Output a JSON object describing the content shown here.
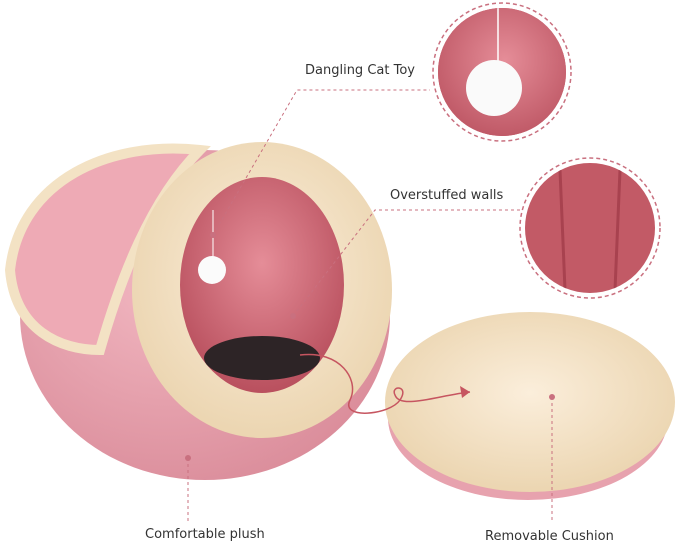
{
  "annotations": {
    "toy": "Dangling Cat Toy",
    "walls": "Overstuffed walls",
    "plush": "Comfortable plush",
    "cushion": "Removable Cushion"
  },
  "colors": {
    "pink": "#e8a0ac",
    "plush_cream": "#f3e2c4",
    "leader": "#c9707f"
  }
}
